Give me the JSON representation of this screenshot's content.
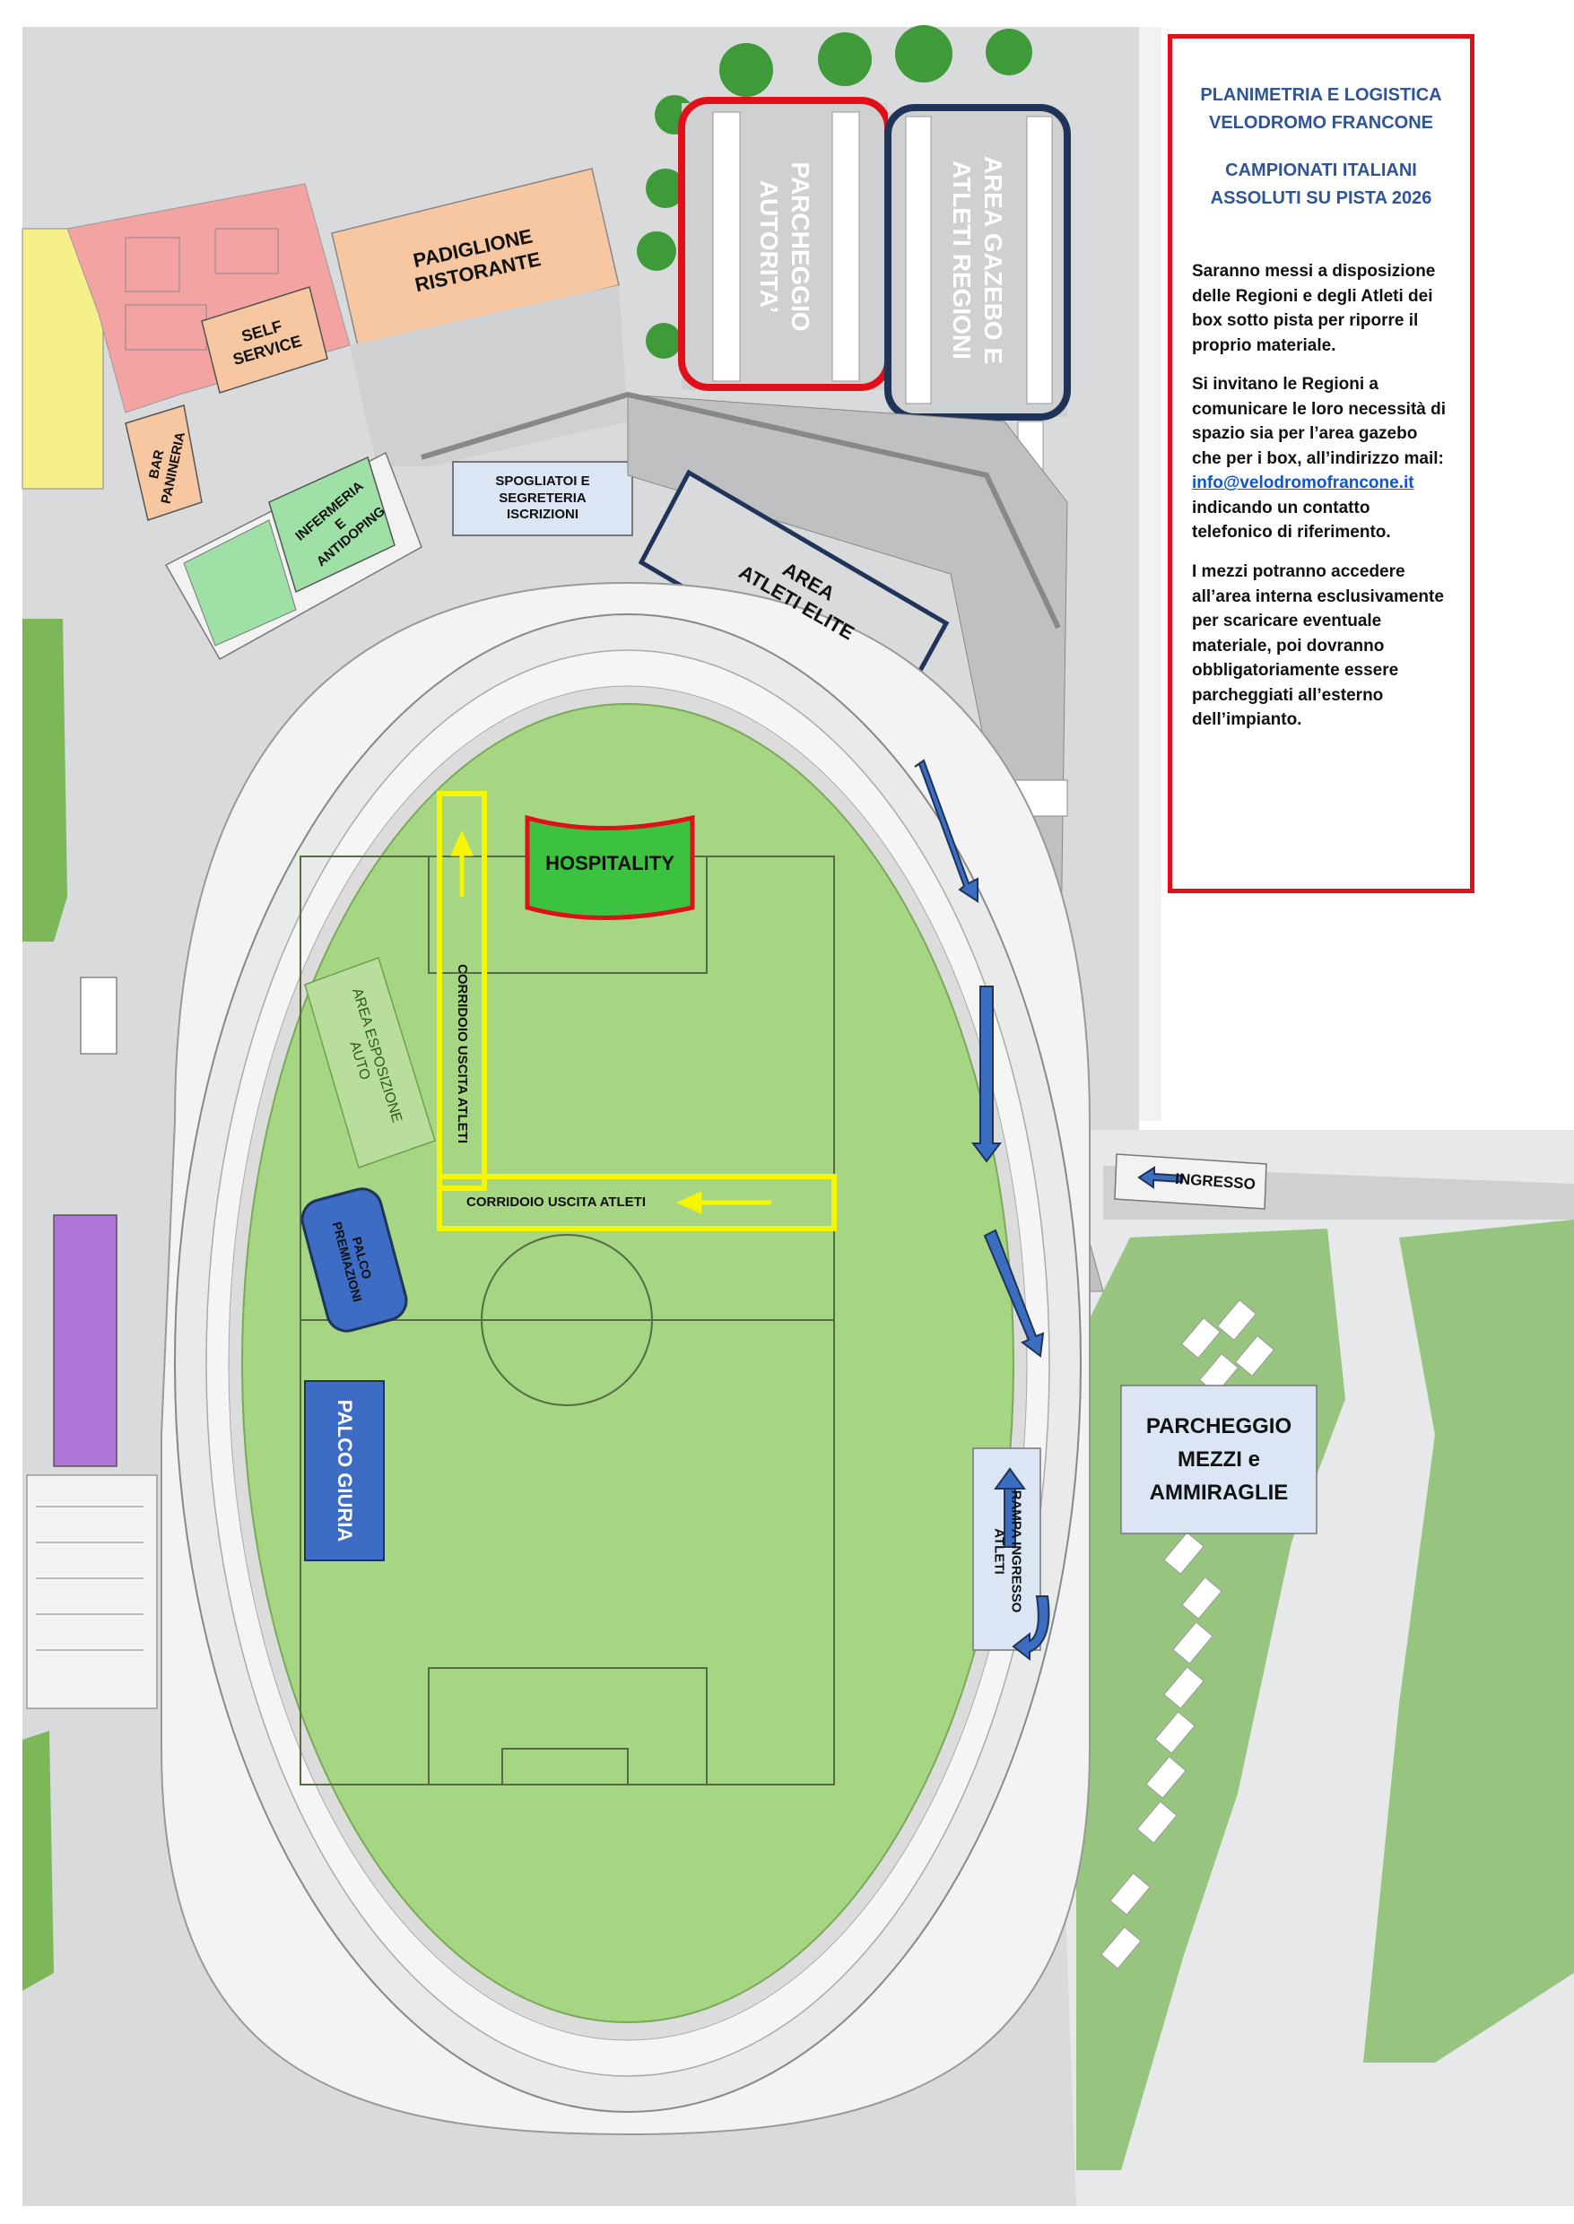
{
  "map": {
    "labels": {
      "padiglione": "PADIGLIONE\nRISTORANTE",
      "self_service": "SELF\nSERVICE",
      "bar": "BAR\nPANINERIA",
      "infermeria": "INFERMERIA\nE\nANTIDOPING",
      "spogliatoi": "SPOGLIATOI E\nSEGRETERIA\nISCRIZIONI",
      "parcheggio_autorita": "PARCHEGGIO\nAUTORITA’",
      "area_gazebo": "AREA GAZEBO E\nATLETI REGIONI",
      "area_elite": "AREA\nATLETI ELITE",
      "hospitality": "HOSPITALITY",
      "corridoio_vertical": "CORRIDOIO USCITA ATLETI",
      "corridoio_horizontal": "CORRIDOIO USCITA ATLETI",
      "area_esposizione": "AREA ESPOSIZIONE\nAUTO",
      "palco_premiazioni": "PALCO\nPREMIAZIONI",
      "palco_giuria": "PALCO GIURIA",
      "ingresso": "INGRESSO",
      "parcheggio_mezzi": "PARCHEGGIO\nMEZZI e\nAMMIRAGLIE",
      "rampa": "RAMPA INGRESSO\nATLETI"
    },
    "colors": {
      "field": "#a6d683",
      "track": "#e9eaea",
      "autorita_border": "#e0101a",
      "gazebo_border": "#1f3458",
      "hospitality": "#3cc140",
      "corridor": "#f6f600",
      "palco_blue": "#3d6cc4",
      "arrow_blue": "#3b6dc0",
      "restaurant": "#f7c7a2",
      "building_red": "#f4a3a3",
      "infirmary": "#9fe0a6",
      "light_blue_box": "#dbe5f4"
    }
  },
  "info": {
    "title_line1": "PLANIMETRIA E LOGISTICA",
    "title_line2": "VELODROMO FRANCONE",
    "subtitle_line1": "CAMPIONATI ITALIANI",
    "subtitle_line2": "ASSOLUTI SU PISTA 2026",
    "para1": "Saranno messi a disposizione delle Regioni e degli Atleti dei box sotto pista per riporre il proprio materiale.",
    "para2_start": "Si invitano le Regioni a comunicare le loro necessità di spazio sia per l’area gazebo che per i box, all’indirizzo mail:",
    "email": "info@velodromofrancone.it",
    "para2_end": "indicando un contatto telefonico di riferimento.",
    "para3": "I mezzi potranno accedere all’area interna esclusivamente per scaricare eventuale materiale, poi dovranno obbligatoriamente essere parcheggiati all’esterno dell’impianto."
  }
}
